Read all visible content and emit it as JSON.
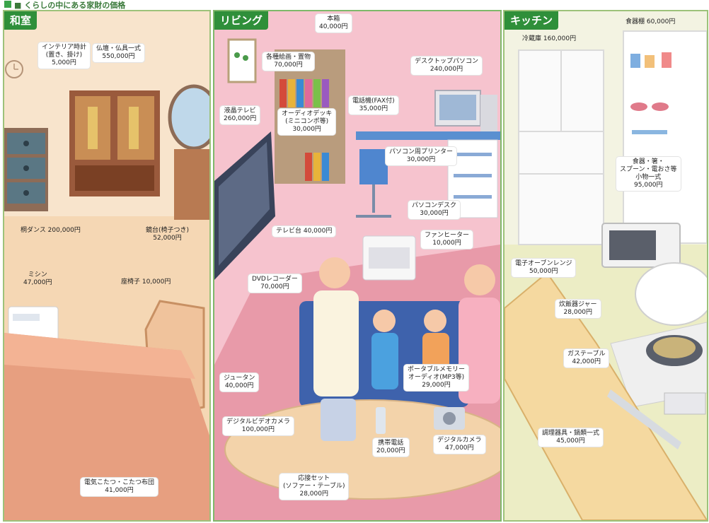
{
  "header": {
    "title": "■ くらしの中にある家財の価格"
  },
  "rooms": [
    {
      "name": "和室"
    },
    {
      "name": "リビング"
    },
    {
      "name": "キッチン"
    }
  ],
  "washitsu_items": [
    {
      "text": "インテリア時計\n(置き、掛け)\n5,000円"
    },
    {
      "text": "仏壇・仏具一式\n550,000円"
    },
    {
      "text": "桐ダンス 200,000円"
    },
    {
      "text": "鏡台(椅子つき)\n52,000円"
    },
    {
      "text": "ミシン\n47,000円"
    },
    {
      "text": "座椅子 10,000円"
    },
    {
      "text": "電気こたつ・こたつ布団\n41,000円"
    }
  ],
  "living_items": [
    {
      "text": "本箱\n40,000円"
    },
    {
      "text": "各種絵画・置物\n70,000円"
    },
    {
      "text": "デスクトップパソコン\n240,000円"
    },
    {
      "text": "液晶テレビ\n260,000円"
    },
    {
      "text": "オーディオデッキ\n(ミニコンポ等)\n30,000円"
    },
    {
      "text": "電話機(FAX付)\n35,000円"
    },
    {
      "text": "パソコン周プリンター\n30,000円"
    },
    {
      "text": "パソコンデスク\n30,000円"
    },
    {
      "text": "テレビ台 40,000円"
    },
    {
      "text": "ファンヒーター\n10,000円"
    },
    {
      "text": "DVDレコーダー\n70,000円"
    },
    {
      "text": "ジュータン\n40,000円"
    },
    {
      "text": "ポータブルメモリー\nオーディオ(MP3等)\n29,000円"
    },
    {
      "text": "デジタルビデオカメラ\n100,000円"
    },
    {
      "text": "携帯電話\n20,000円"
    },
    {
      "text": "デジタルカメラ\n47,000円"
    },
    {
      "text": "応接セット\n(ソファー・テーブル)\n28,000円"
    }
  ],
  "kitchen_items": [
    {
      "text": "冷蔵庫 160,000円"
    },
    {
      "text": "食器棚 60,000円"
    },
    {
      "text": "食器・箸・\nスプーン・電おさ等\n小物一式\n95,000円"
    },
    {
      "text": "電子オーブンレンジ\n50,000円"
    },
    {
      "text": "炊飯器ジャー\n28,000円"
    },
    {
      "text": "ガステーブル\n42,000円"
    },
    {
      "text": "調理器具・鍋類一式\n45,000円"
    }
  ],
  "colors": {
    "accent": "#2f8f3a",
    "washitsu_bg": "#f7dcc0",
    "living_bg": "#f4b8c5",
    "kitchen_bg": "#eef0d2"
  }
}
